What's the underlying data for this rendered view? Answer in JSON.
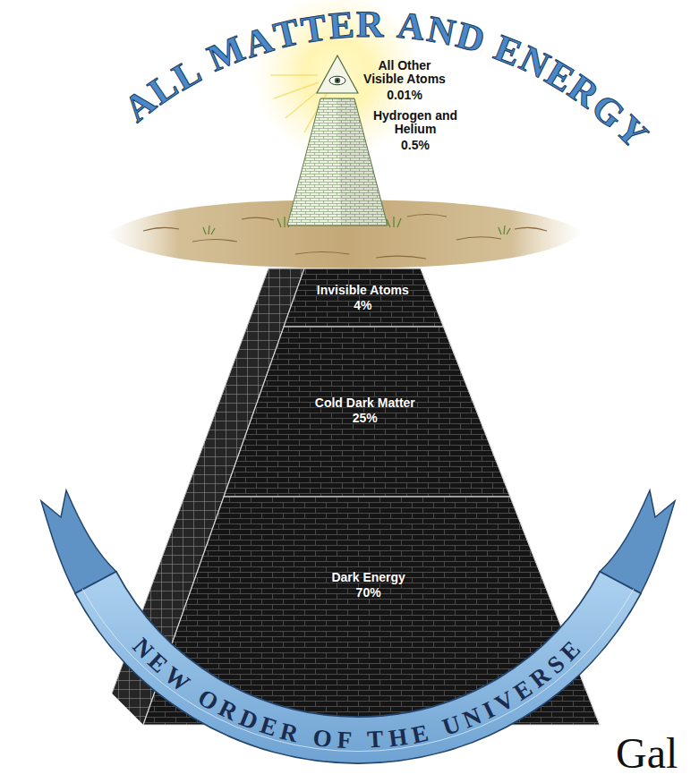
{
  "diagram": {
    "title": "ALL MATTER AND ENERGY",
    "caption": "NEW ORDER OF THE UNIVERSE",
    "nodes": [
      {
        "text": [
          "All Other Visible Atoms",
          "0.01%"
        ]
      },
      {
        "text": [
          "Hydrogen and Helium",
          "0.5%"
        ]
      },
      {
        "text": [
          "Invisible Atoms",
          "4%"
        ]
      },
      {
        "text": [
          "Cold Dark Matter",
          "25%"
        ]
      },
      {
        "text": [
          "Dark Energy",
          "70%"
        ]
      }
    ],
    "labels": [
      "Gal"
    ]
  }
}
